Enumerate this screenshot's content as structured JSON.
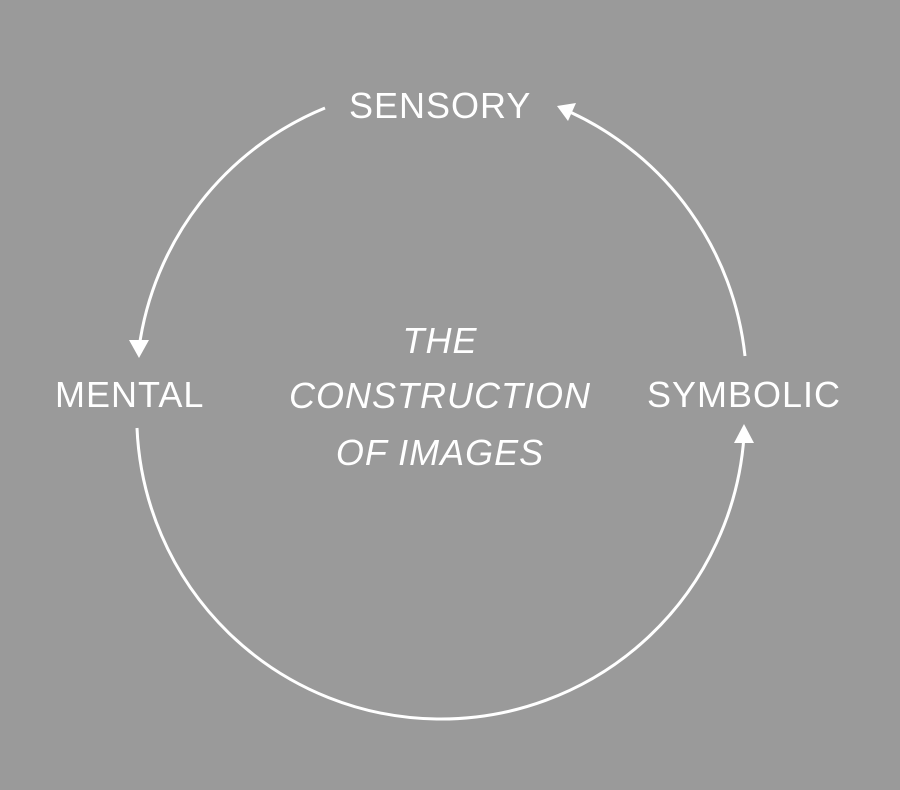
{
  "diagram": {
    "nodes": {
      "sensory": "SENSORY",
      "mental": "MENTAL",
      "symbolic": "SYMBOLIC"
    },
    "center_title": [
      "THE",
      "CONSTRUCTION",
      "OF IMAGES"
    ],
    "cycle_direction": "counter-clockwise: SYMBOLIC → SENSORY → MENTAL → SYMBOLIC"
  },
  "colors": {
    "background": "#9a9a9a",
    "foreground": "#ffffff"
  }
}
